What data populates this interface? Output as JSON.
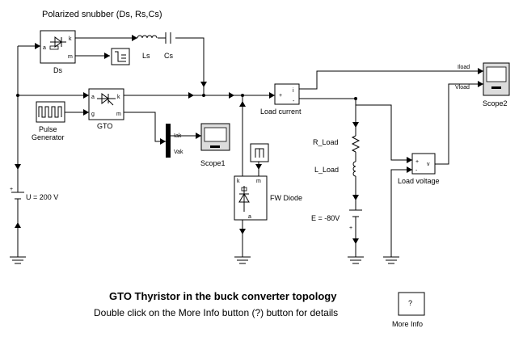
{
  "diagram": {
    "snubber_title": "Polarized snubber (Ds, Rs,Cs)",
    "blocks": {
      "ds": {
        "label": "Ds",
        "port_a": "a",
        "port_k": "k",
        "port_m": "m"
      },
      "ls": {
        "label": "Ls"
      },
      "cs": {
        "label": "Cs"
      },
      "gto": {
        "label": "GTO",
        "port_a": "a",
        "port_k": "k",
        "port_g": "g",
        "port_m": "m"
      },
      "pulse": {
        "label_line1": "Pulse",
        "label_line2": "Generator"
      },
      "scope1": {
        "label": "Scope1",
        "in1": "Iak",
        "in2": "Vak"
      },
      "load_current": {
        "label": "Load current",
        "plus": "+",
        "minus": "-",
        "out": "i"
      },
      "scope2": {
        "label": "Scope2",
        "in1": "Iload",
        "in2": "Vload"
      },
      "fw_diode": {
        "label": "FW Diode",
        "port_k": "k",
        "port_a": "a",
        "port_m": "m"
      },
      "r_load": {
        "label": "R_Load"
      },
      "l_load": {
        "label": "L_Load"
      },
      "e_source": {
        "label": "E = -80V",
        "plus": "+"
      },
      "u_source": {
        "label": "U = 200 V",
        "plus": "+"
      },
      "load_voltage": {
        "label": "Load voltage",
        "plus": "+",
        "minus": "-",
        "out": "v"
      }
    },
    "title": "GTO Thyristor in the buck converter topology",
    "subtitle": "Double click on the More Info  button (?) button for details",
    "more_info": {
      "symbol": "?",
      "label": "More Info"
    }
  }
}
